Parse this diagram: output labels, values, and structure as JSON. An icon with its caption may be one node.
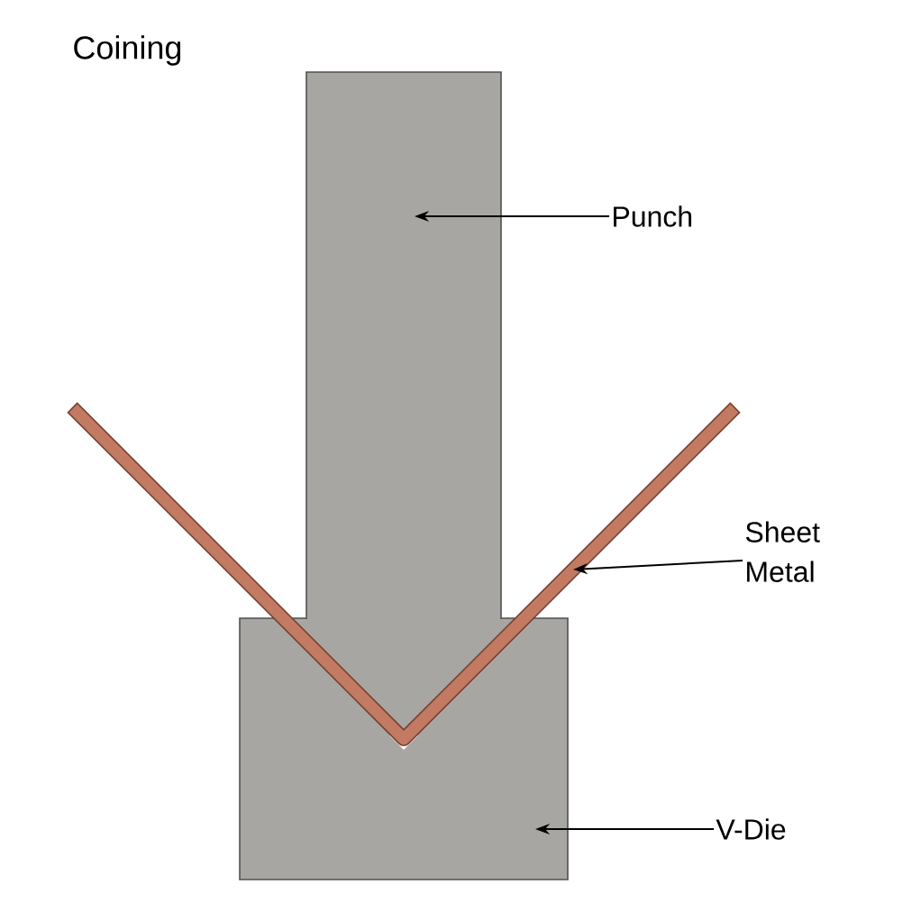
{
  "diagram": {
    "title": "Coining",
    "nodes": [
      {
        "text": [],
        "shape": "box"
      },
      {
        "text": [
          "Punch"
        ]
      },
      {
        "text": [],
        "shape": "bar"
      },
      {
        "text": [
          "Sheet Metal"
        ]
      },
      {
        "text": [],
        "shape": "box"
      },
      {
        "text": [
          "V-Die"
        ]
      }
    ],
    "edges": [
      {
        "from": 1,
        "to": 0,
        "arrow": "to"
      },
      {
        "from": 3,
        "to": 2,
        "arrow": "to"
      },
      {
        "from": 5,
        "to": 4,
        "arrow": "to"
      }
    ]
  }
}
